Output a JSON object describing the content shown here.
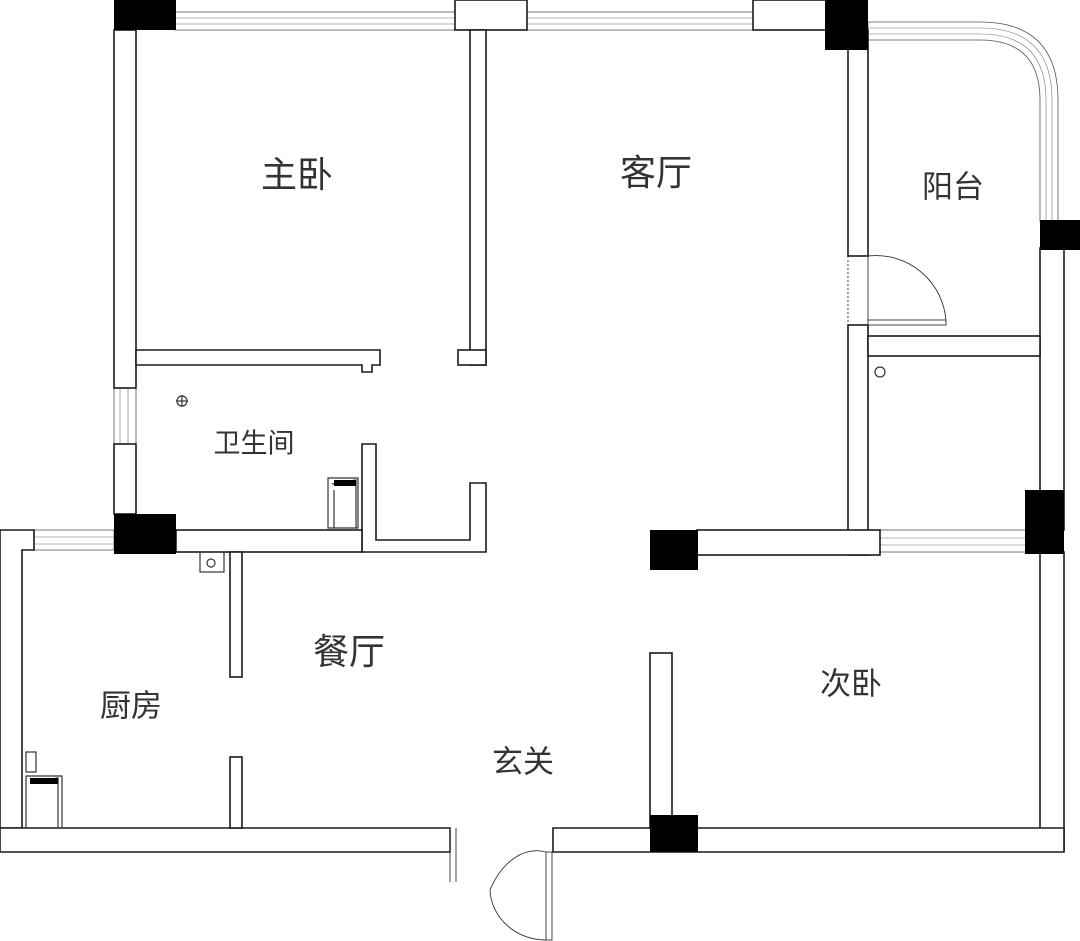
{
  "rooms": {
    "master_bedroom": "主卧",
    "living_room": "客厅",
    "balcony": "阳台",
    "bathroom": "卫生间",
    "dining_room": "餐厅",
    "kitchen": "厨房",
    "entrance": "玄关",
    "second_bedroom": "次卧"
  },
  "colors": {
    "wall_outline": "#1a1a1a",
    "column_fill": "#000000",
    "label_text": "#333333",
    "background": "#ffffff"
  }
}
